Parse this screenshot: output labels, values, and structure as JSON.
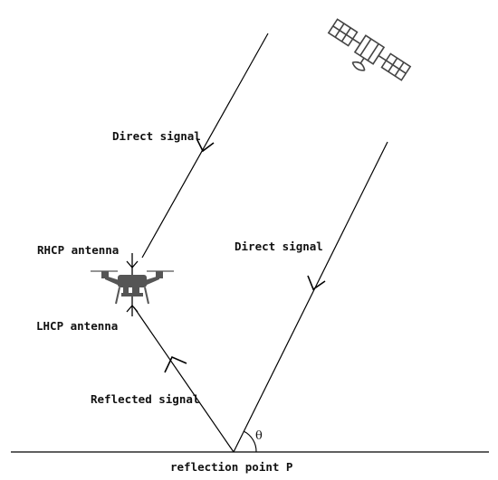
{
  "labels": {
    "direct_signal_upper": "Direct signal",
    "direct_signal_right": "Direct signal",
    "rhcp_antenna": "RHCP antenna",
    "lhcp_antenna": "LHCP antenna",
    "reflected_signal": "Reflected signal",
    "angle": "θ",
    "reflection_point": "reflection point P"
  },
  "icons": {
    "satellite": "satellite-icon",
    "drone": "drone-icon"
  },
  "colors": {
    "line": "#000000",
    "drone_body": "#555555",
    "satellite": "#444444"
  }
}
